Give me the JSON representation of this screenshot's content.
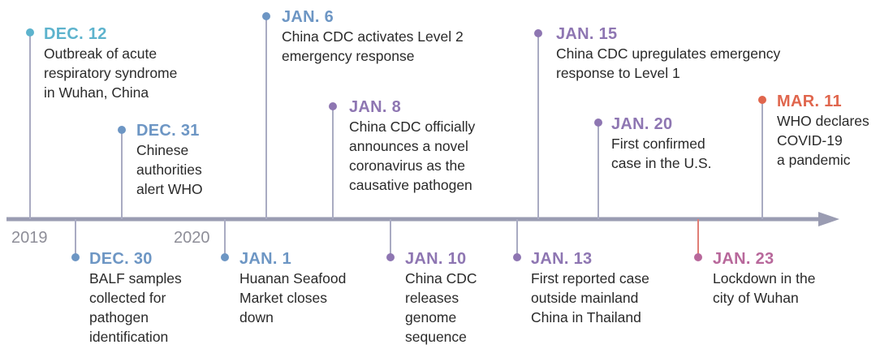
{
  "colors": {
    "axis": "#9a9cb2",
    "stem": "#a9abc2",
    "dec12": "#5db3cd",
    "blue": "#6d96c4",
    "purple": "#8e76b2",
    "pink": "#b8689b",
    "salmon": "#e07e76",
    "red": "#e0664d",
    "year": "#8e8e98"
  },
  "years": [
    "2019",
    "2020"
  ],
  "events": [
    {
      "date": "DEC. 12",
      "lines": [
        "Outbreak of acute",
        "respiratory syndrome",
        "in Wuhan, China"
      ]
    },
    {
      "date": "DEC. 30",
      "lines": [
        "BALF samples",
        "collected for",
        "pathogen",
        "identification"
      ]
    },
    {
      "date": "DEC. 31",
      "lines": [
        "Chinese",
        "authorities",
        "alert WHO"
      ]
    },
    {
      "date": "JAN. 1",
      "lines": [
        "Huanan Seafood",
        "Market closes",
        "down"
      ]
    },
    {
      "date": "JAN. 6",
      "lines": [
        "China CDC activates Level 2",
        "emergency response"
      ]
    },
    {
      "date": "JAN. 8",
      "lines": [
        "China CDC officially",
        "announces a novel",
        "coronavirus as the",
        "causative pathogen"
      ]
    },
    {
      "date": "JAN. 10",
      "lines": [
        "China CDC",
        "releases",
        "genome",
        "sequence"
      ]
    },
    {
      "date": "JAN. 13",
      "lines": [
        "First reported case",
        "outside mainland",
        "China in Thailand"
      ]
    },
    {
      "date": "JAN. 15",
      "lines": [
        "China CDC upregulates emergency",
        "response to Level 1"
      ]
    },
    {
      "date": "JAN. 20",
      "lines": [
        "First confirmed",
        "case in the U.S."
      ]
    },
    {
      "date": "JAN. 23",
      "lines": [
        "Lockdown in the",
        "city of Wuhan"
      ]
    },
    {
      "date": "MAR. 11",
      "lines": [
        "WHO declares",
        "COVID-19",
        "a pandemic"
      ]
    }
  ]
}
